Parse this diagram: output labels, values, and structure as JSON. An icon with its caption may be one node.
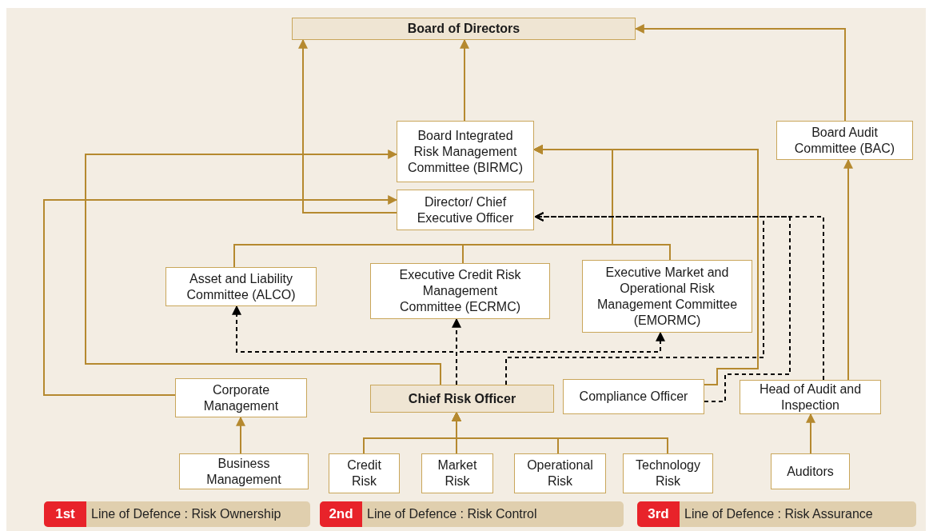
{
  "diagram": {
    "nodes": [
      {
        "text": [
          "Board of Directors"
        ]
      },
      {
        "text": [
          "Board Integrated Risk Management Committee (BIRMC)"
        ]
      },
      {
        "text": [
          "Director/ Chief Executive Officer"
        ]
      },
      {
        "text": [
          "Asset and Liability Committee (ALCO)"
        ]
      },
      {
        "text": [
          "Executive Credit Risk Management Committee (ECRMC)"
        ]
      },
      {
        "text": [
          "Executive Market and Operational Risk Management Committee (EMORMC)"
        ]
      },
      {
        "text": [
          "Board Audit Committee (BAC)"
        ]
      },
      {
        "text": [
          "Corporate Management"
        ]
      },
      {
        "text": [
          "Chief Risk Officer"
        ]
      },
      {
        "text": [
          "Compliance Officer"
        ]
      },
      {
        "text": [
          "Head of Audit and Inspection"
        ]
      },
      {
        "text": [
          "Business Management"
        ]
      },
      {
        "text": [
          "Credit Risk"
        ]
      },
      {
        "text": [
          "Market Risk"
        ]
      },
      {
        "text": [
          "Operational Risk"
        ]
      },
      {
        "text": [
          "Technology Risk"
        ]
      },
      {
        "text": [
          "Auditors"
        ]
      },
      {
        "text": [
          "1st",
          "Line of Defence : Risk Ownership"
        ]
      },
      {
        "text": [
          "2nd",
          "Line of Defence : Risk Control"
        ]
      },
      {
        "text": [
          "3rd",
          "Line of Defence : Risk Assurance"
        ]
      }
    ],
    "edges": [
      {
        "from": 1,
        "to": 0,
        "arrow": "to"
      },
      {
        "from": 2,
        "to": 0,
        "arrow": "to"
      },
      {
        "from": 6,
        "to": 0,
        "arrow": "to"
      },
      {
        "from": 8,
        "to": 1,
        "arrow": "to"
      },
      {
        "from": 7,
        "to": 2,
        "arrow": "to"
      },
      {
        "from": 3,
        "to": 1,
        "arrow": "to"
      },
      {
        "from": 4,
        "to": 1,
        "arrow": "to"
      },
      {
        "from": 5,
        "to": 1,
        "arrow": "to"
      },
      {
        "from": 9,
        "to": 1,
        "arrow": "to"
      },
      {
        "from": 8,
        "to": 3,
        "arrow": "to",
        "style": "dashed",
        "color": "#000000"
      },
      {
        "from": 8,
        "to": 4,
        "arrow": "to",
        "style": "dashed",
        "color": "#000000"
      },
      {
        "from": 8,
        "to": 5,
        "arrow": "to",
        "style": "dashed",
        "color": "#000000"
      },
      {
        "from": 8,
        "to": 2,
        "arrow": "to",
        "style": "dashed",
        "color": "#000000"
      },
      {
        "from": 9,
        "to": 2,
        "arrow": "to",
        "style": "dashed",
        "color": "#000000"
      },
      {
        "from": 10,
        "to": 2,
        "arrow": "to",
        "style": "dashed",
        "color": "#000000"
      },
      {
        "from": 10,
        "to": 6,
        "arrow": "to"
      },
      {
        "from": 11,
        "to": 7,
        "arrow": "to"
      },
      {
        "from": 16,
        "to": 10,
        "arrow": "to"
      },
      {
        "from": 12,
        "to": 8,
        "arrow": "to"
      },
      {
        "from": 13,
        "to": 8,
        "arrow": "to"
      },
      {
        "from": 14,
        "to": 8,
        "arrow": "to"
      },
      {
        "from": 15,
        "to": 8,
        "arrow": "to"
      }
    ]
  }
}
